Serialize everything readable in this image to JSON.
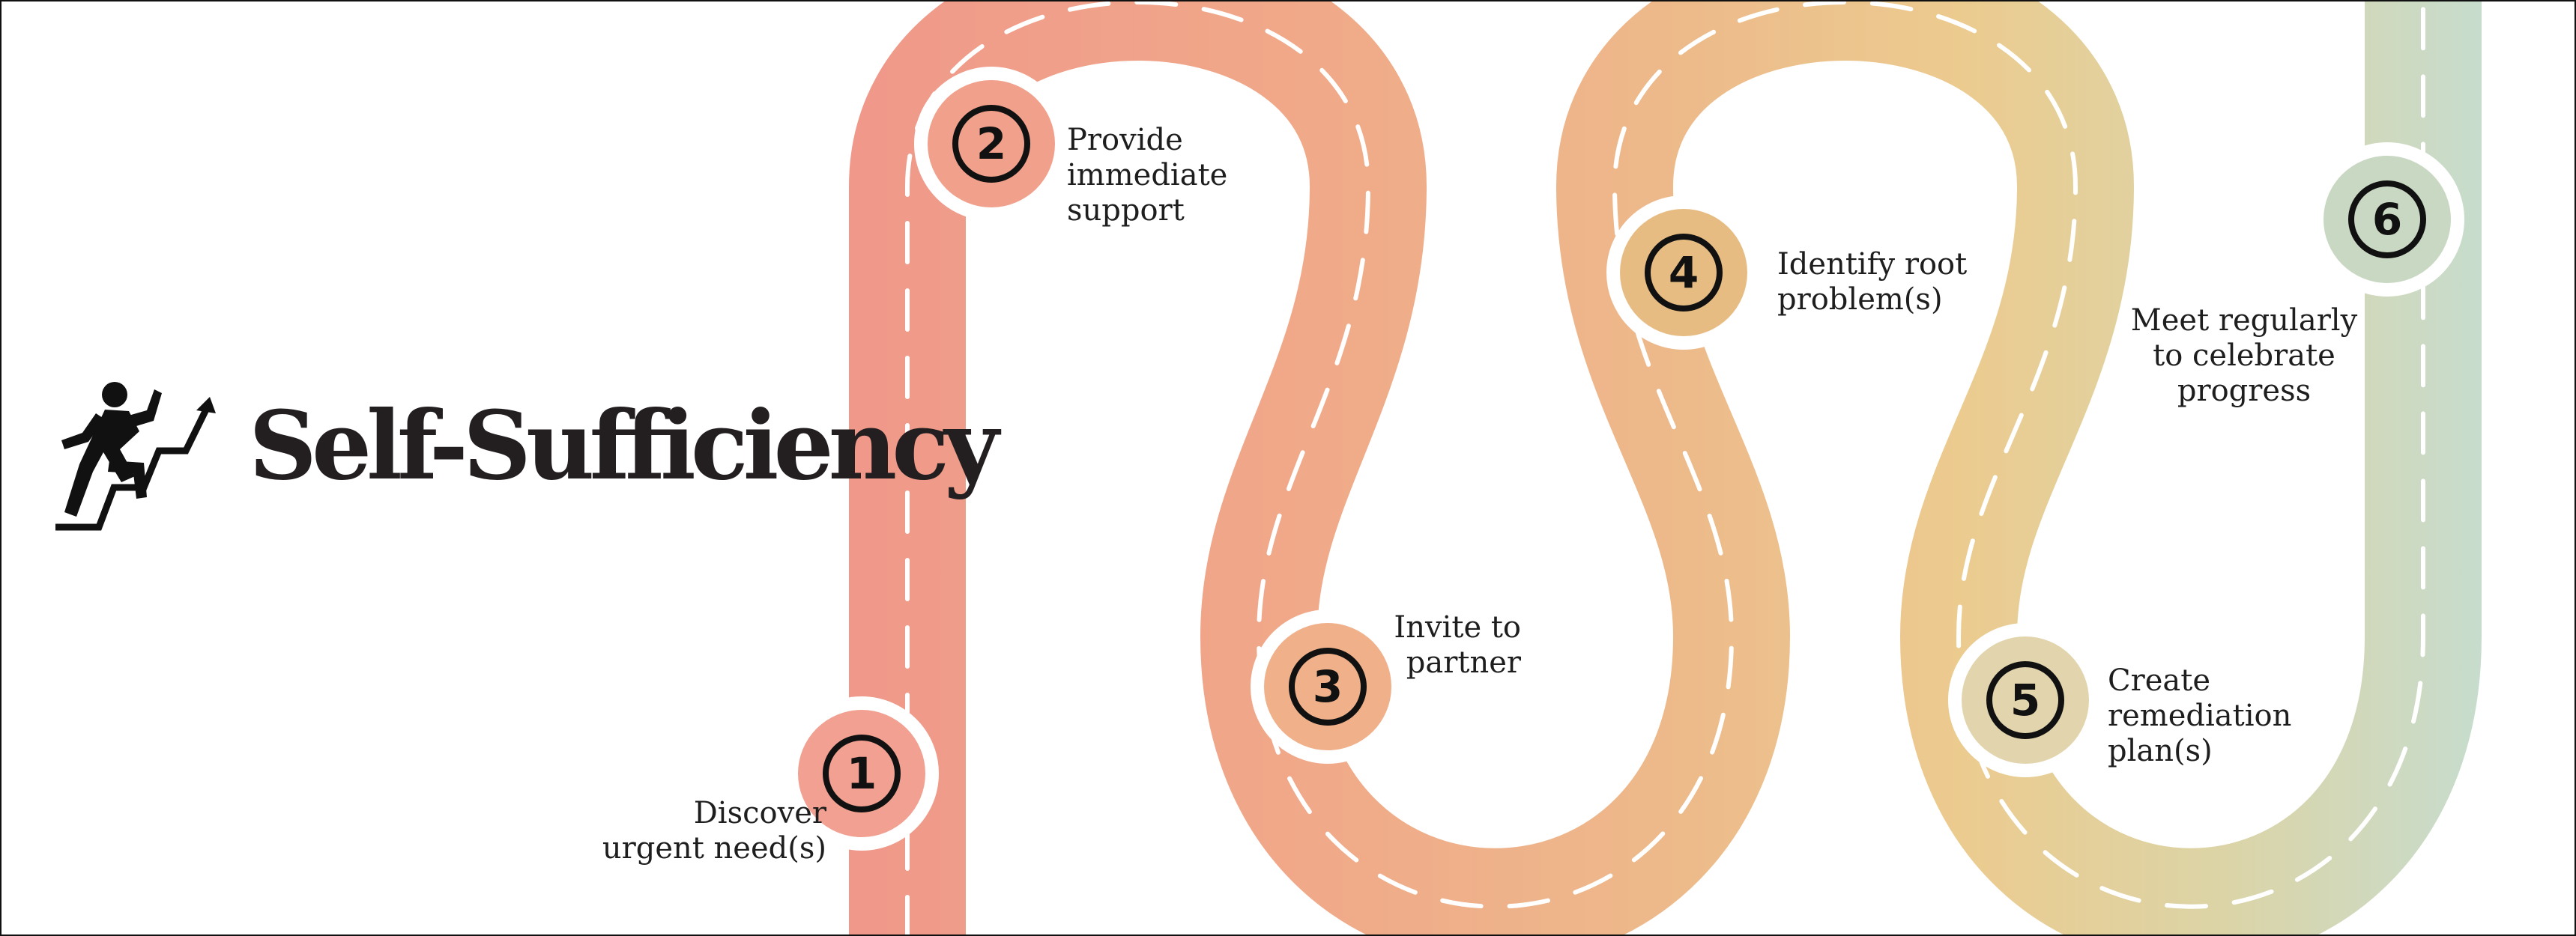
{
  "title": "Self-Sufficiency",
  "icon": "person-climbing-stairs-icon",
  "colors": {
    "stage1": "#f0988a",
    "stage2": "#f0a989",
    "stage3": "#edb98a",
    "stage4": "#eccb8f",
    "stage5": "#dcd4a6",
    "stage6": "#c7dccd",
    "dash": "#ffffff",
    "ink": "#111111"
  },
  "steps": [
    {
      "number": "1",
      "lines": [
        "Discover",
        "urgent need(s)"
      ]
    },
    {
      "number": "2",
      "lines": [
        "Provide",
        "immediate",
        "support"
      ]
    },
    {
      "number": "3",
      "lines": [
        "Invite to",
        "partner"
      ]
    },
    {
      "number": "4",
      "lines": [
        "Identify root",
        "problem(s)"
      ]
    },
    {
      "number": "5",
      "lines": [
        "Create",
        "remediation",
        "plan(s)"
      ]
    },
    {
      "number": "6",
      "lines": [
        "Meet regularly",
        "to celebrate",
        "progress"
      ]
    }
  ]
}
